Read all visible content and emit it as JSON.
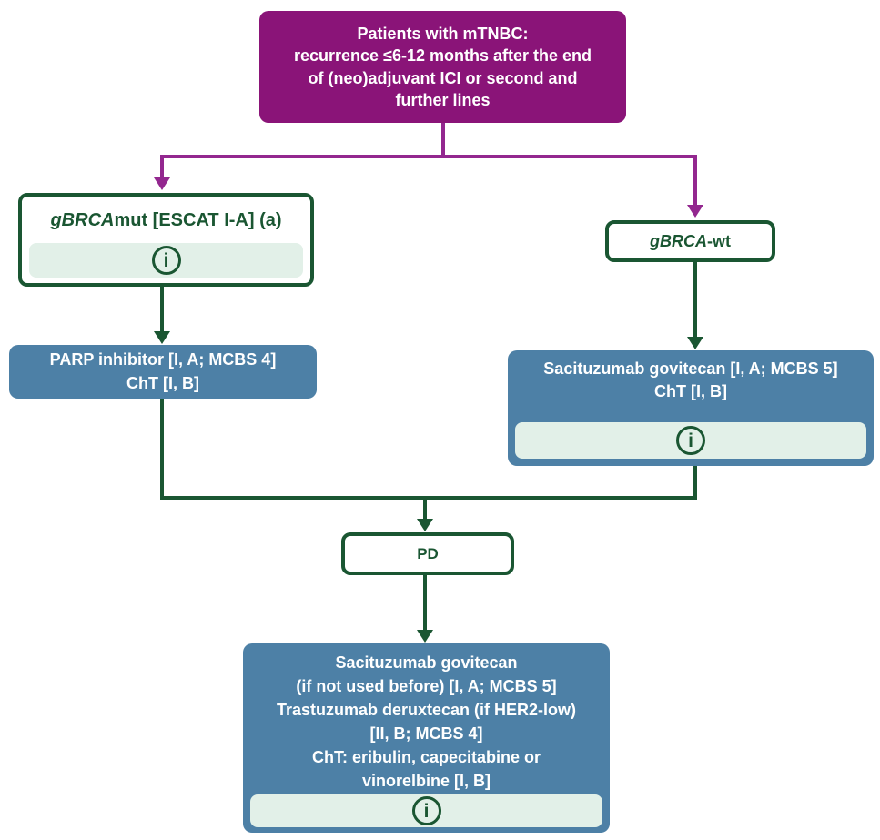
{
  "palette": {
    "purple": "#8A1478",
    "purple_line": "#93278F",
    "blue": "#4D80A6",
    "green": "#1A5632",
    "mint": "#E2F0E8",
    "white": "#FFFFFF"
  },
  "icons": {
    "info_glyph": "i"
  },
  "nodes": {
    "start": {
      "lines": [
        "Patients with mTNBC:",
        "recurrence ≤6-12 months after the end",
        "of (neo)adjuvant ICI or second and",
        "further lines"
      ]
    },
    "gbrca_mut": {
      "title_italic": "gBRCA",
      "title_rest": "mut [ESCAT I-A] (a)"
    },
    "gbrca_wt": {
      "title_italic": "gBRCA",
      "title_rest": "-wt"
    },
    "parp": {
      "lines": [
        "PARP inhibitor [I, A; MCBS 4]",
        "ChT [I, B]"
      ]
    },
    "sacituzumab": {
      "lines": [
        "Sacituzumab govitecan [I, A; MCBS 5]",
        "ChT [I, B]"
      ]
    },
    "pd": {
      "label": "PD"
    },
    "later_lines": {
      "lines": [
        "Sacituzumab govitecan",
        "(if not used before) [I, A; MCBS 5]",
        "Trastuzumab deruxtecan (if HER2-low)",
        "[II, B; MCBS 4]",
        "ChT: eribulin, capecitabine or",
        "vinorelbine [I, B]"
      ]
    }
  }
}
